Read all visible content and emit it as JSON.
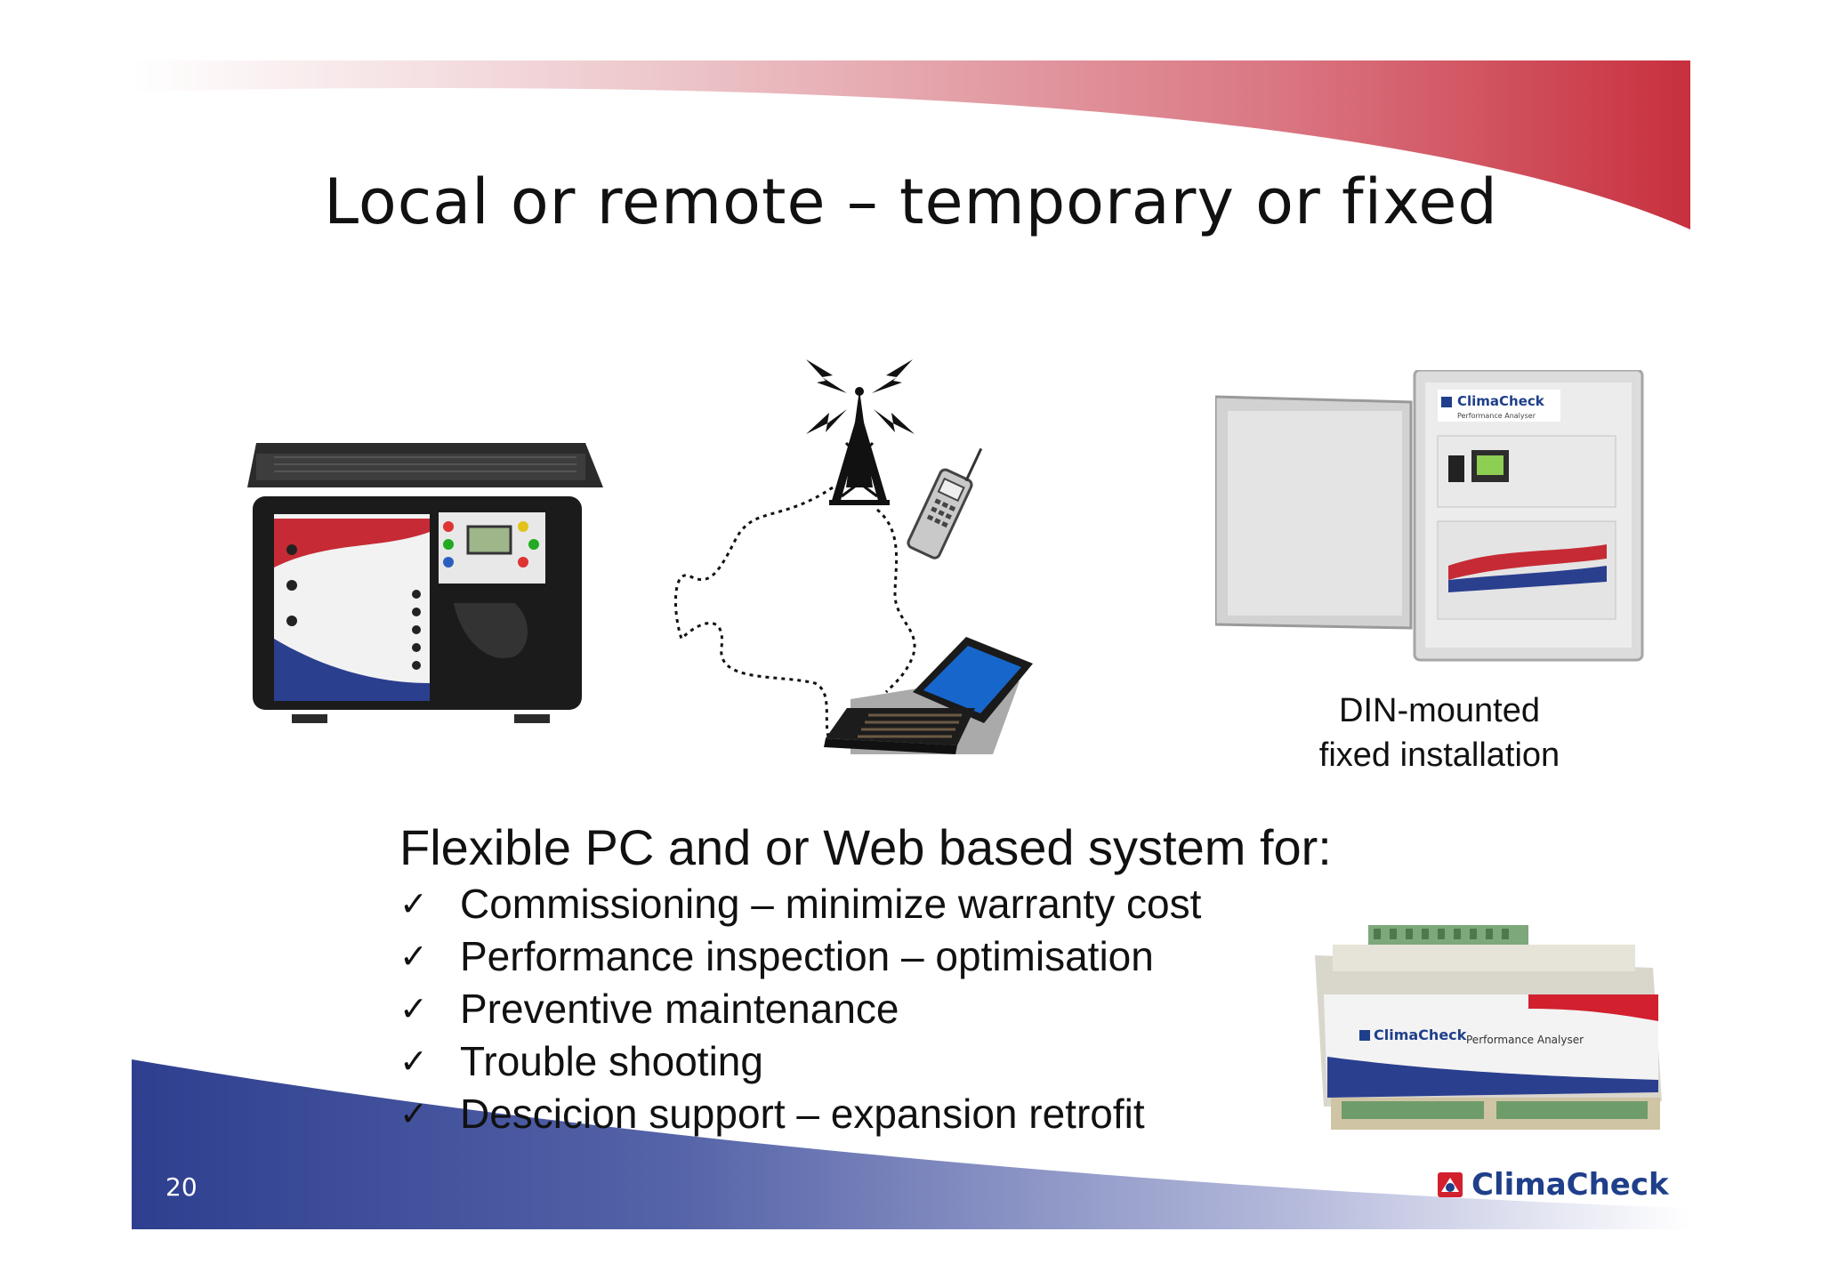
{
  "slide": {
    "title": "Local or remote – temporary or fixed",
    "page_number": "20"
  },
  "images": {
    "portable_kit": "portable-case-analyser",
    "remote_link": "radio-tower-phone-laptop",
    "fixed_cabinet": "din-cabinet-analyser",
    "din_unit": "din-rail-performance-analyser"
  },
  "cabinet_caption": {
    "line1": "DIN-mounted",
    "line2": "fixed installation"
  },
  "body": {
    "heading": "Flexible PC and or Web based system for:",
    "bullets": [
      "Commissioning – minimize warranty cost",
      "Performance inspection – optimisation",
      "Preventive maintenance",
      "Trouble shooting",
      "Descicion support – expansion retrofit"
    ],
    "check_symbol": "✓"
  },
  "logo": {
    "text": "ClimaCheck",
    "product_label": "ClimaCheck",
    "product_sub": "Performance Analyser"
  },
  "colors": {
    "top_swoosh": "#c8303e",
    "bottom_swoosh": "#2e3f8f",
    "brand_blue": "#1f3f8a",
    "brand_red": "#d2202e"
  }
}
